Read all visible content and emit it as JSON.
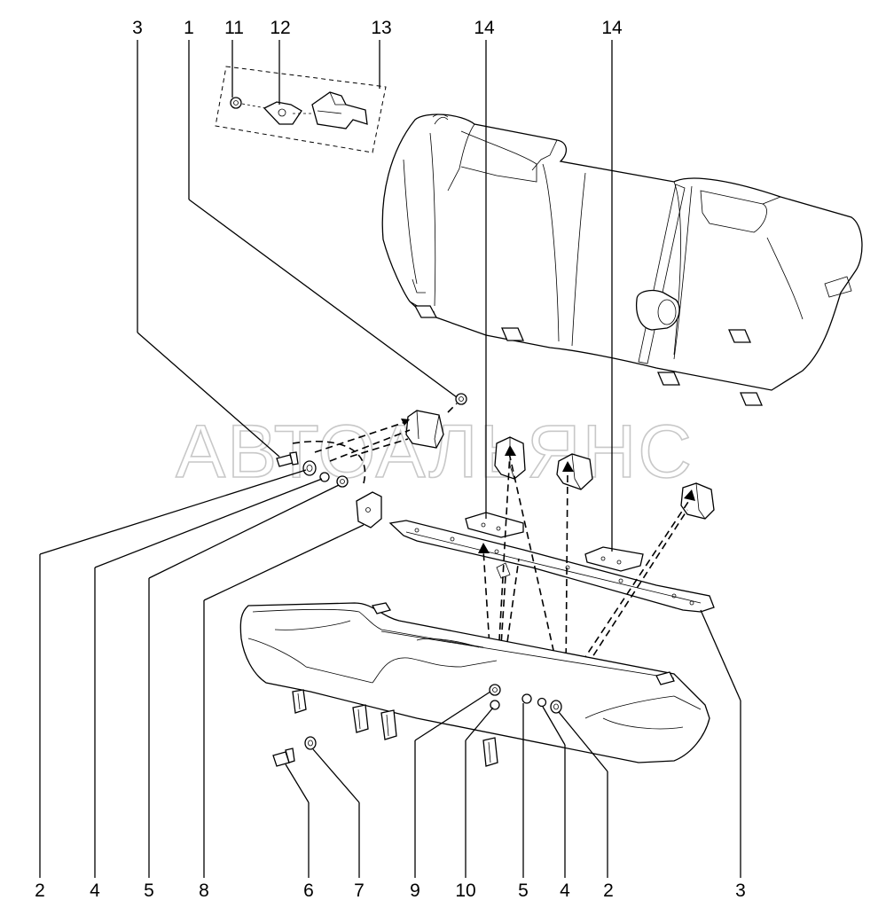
{
  "watermark": "АВТОАЛЬЯНС",
  "labels": {
    "top_3": "3",
    "top_1": "1",
    "top_11": "11",
    "top_12": "12",
    "top_13": "13",
    "top_14a": "14",
    "top_14b": "14",
    "bottom_2a": "2",
    "bottom_4a": "4",
    "bottom_5a": "5",
    "bottom_8": "8",
    "bottom_6": "6",
    "bottom_7": "7",
    "bottom_9": "9",
    "bottom_10": "10",
    "bottom_5b": "5",
    "bottom_4b": "4",
    "bottom_2b": "2",
    "bottom_3": "3"
  }
}
